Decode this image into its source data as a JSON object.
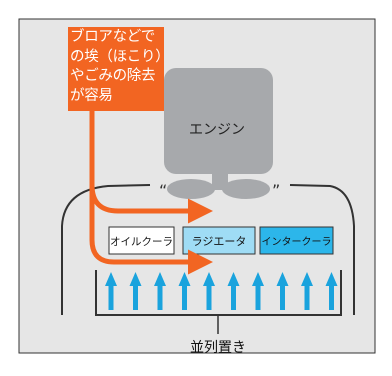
{
  "callout": {
    "lines": [
      "ブロアなどで",
      "の埃（ほこり）",
      "やごみの除去",
      "が容易"
    ]
  },
  "engine": {
    "label": "エンジン"
  },
  "coolers": [
    {
      "label": "オイルクーラ"
    },
    {
      "label": "ラジエータ"
    },
    {
      "label": "インタークーラ"
    }
  ],
  "bottom_label": "並列置き",
  "colors": {
    "panel": "#e6e6e6",
    "panel_border": "#333333",
    "engine": "#a7a9ac",
    "accent_orange": "#f26522",
    "arrow_blue": "#1aa3dd",
    "oil_cooler_fill": "#ffffff",
    "radiator_fill": "#9fdcf5",
    "intercooler_fill": "#2cb6ea"
  },
  "icons": {
    "airflow": "up-arrow-icon"
  }
}
